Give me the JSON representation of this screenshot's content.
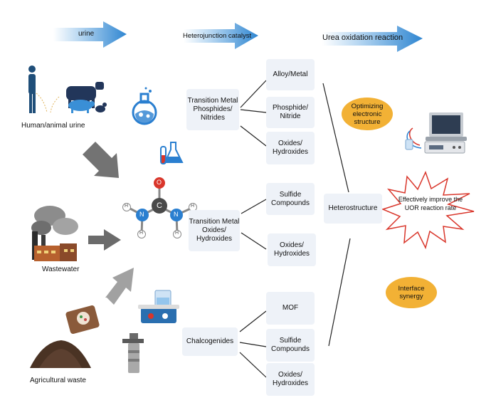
{
  "header": {
    "arrow1": "urine",
    "arrow2": "Heterojunction catalyst",
    "arrow3": "Urea oxidation reaction"
  },
  "sources": {
    "human_animal": "Human/animal urine",
    "wastewater": "Wastewater",
    "agricultural": "Agricultural waste"
  },
  "molecule": {
    "o": "O",
    "c": "C",
    "n1": "N",
    "n2": "N",
    "h": "H"
  },
  "catalysts": {
    "tmp": "Transition Metal Phosphides/ Nitrides",
    "tmo": "Transition Metal Oxides/ Hydroxides",
    "chalc": "Chalcogenides"
  },
  "subtypes": {
    "alloy": "Alloy/Metal",
    "phosphide": "Phosphide/ Nitride",
    "oxides1": "Oxides/ Hydroxides",
    "sulfide1": "Sulfide Compounds",
    "oxides2": "Oxides/ Hydroxides",
    "mof": "MOF",
    "sulfide2": "Sulfide Compounds",
    "oxides3": "Oxides/ Hydroxides"
  },
  "heterostructure": "Heterostructure",
  "outcomes": {
    "optimizing": "Optimizing electronic structure",
    "improve": "Effectively improve the UOR reaction rate",
    "interface": "Interface synergy"
  },
  "colors": {
    "arrow_blue": "#3b8fd6",
    "box_bg": "#eef2f8",
    "oval": "#f2b135",
    "star_border": "#d9362b",
    "gray_arrow": "#666666"
  }
}
